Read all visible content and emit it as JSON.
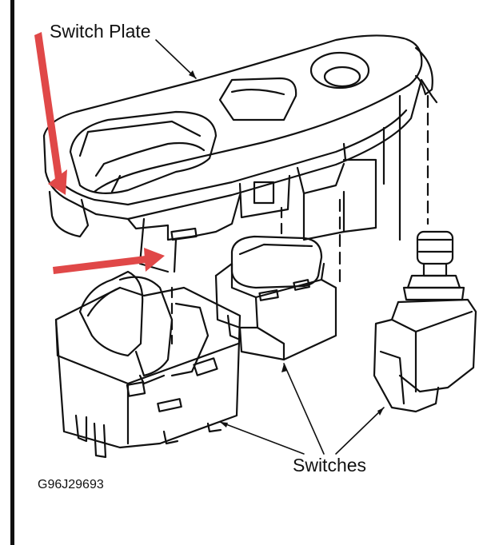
{
  "labels": {
    "switch_plate": "Switch Plate",
    "switches": "Switches",
    "figure_code": "G96J29693"
  },
  "colors": {
    "ink": "#111111",
    "callout_arrow": "#e04848",
    "background": "#ffffff"
  }
}
